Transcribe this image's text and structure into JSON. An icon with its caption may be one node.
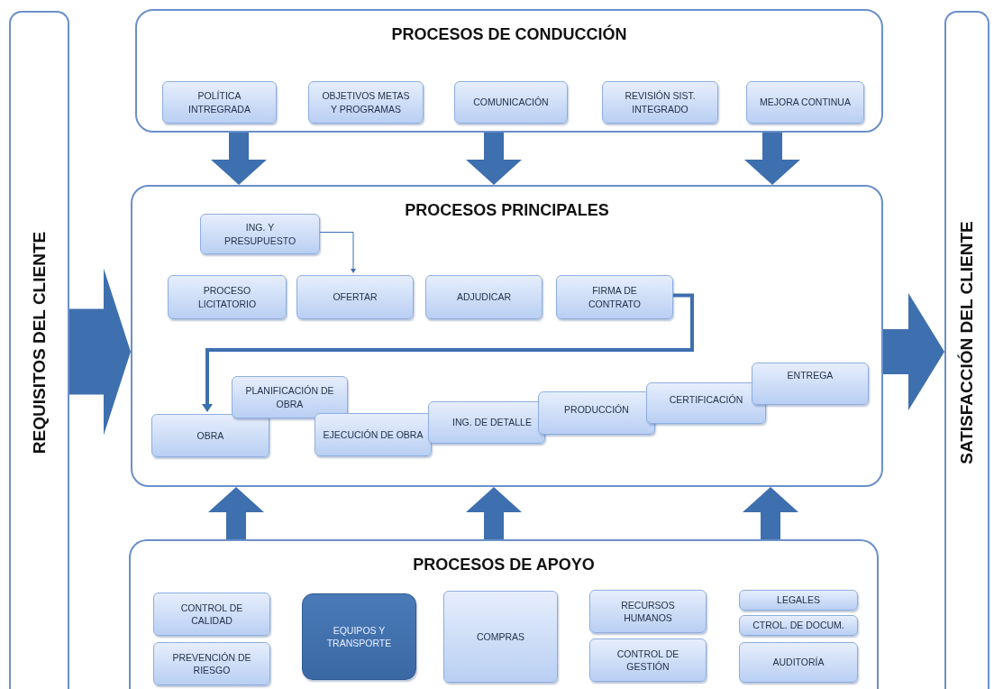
{
  "diagram": {
    "nodes": [
      {
        "text": [
          "REQUISITOS DEL CLIENTE"
        ]
      },
      {
        "text": [
          "PROCESOS DE CONDUCCIÓN"
        ]
      },
      {
        "text": [
          "POLÍTICA INTREGRADA"
        ],
        "in": 1
      },
      {
        "text": [
          "OBJETIVOS METAS Y PROGRAMAS"
        ],
        "in": 1
      },
      {
        "text": [
          "COMUNICACIÓN"
        ],
        "in": 1
      },
      {
        "text": [
          "REVISIÓN SIST. INTEGRADO"
        ],
        "in": 1
      },
      {
        "text": [
          "MEJORA CONTINUA"
        ],
        "in": 1
      },
      {
        "text": [
          "PROCESOS PRINCIPALES"
        ]
      },
      {
        "text": [
          "ING. Y PRESUPUESTO"
        ],
        "in": 7
      },
      {
        "text": [
          "PROCESO LICITATORIO"
        ],
        "in": 7
      },
      {
        "text": [
          "OFERTAR"
        ],
        "in": 7
      },
      {
        "text": [
          "ADJUDICAR"
        ],
        "in": 7
      },
      {
        "text": [
          "FIRMA DE CONTRATO"
        ],
        "in": 7
      },
      {
        "text": [
          "OBRA"
        ],
        "in": 7
      },
      {
        "text": [
          "PLANIFICACIÓN DE OBRA"
        ],
        "in": 7
      },
      {
        "text": [
          "EJECUCIÓN DE OBRA"
        ],
        "in": 7
      },
      {
        "text": [
          "ING. DE DETALLE"
        ],
        "in": 7
      },
      {
        "text": [
          "PRODUCCIÓN"
        ],
        "in": 7
      },
      {
        "text": [
          "CERTIFICACIÓN"
        ],
        "in": 7
      },
      {
        "text": [
          "ENTREGA"
        ],
        "in": 7
      },
      {
        "text": [
          "PROCESOS DE APOYO"
        ]
      },
      {
        "text": [
          "CONTROL DE CALIDAD"
        ],
        "in": 20
      },
      {
        "text": [
          "PREVENCIÓN DE RIESGO"
        ],
        "in": 20
      },
      {
        "text": [
          "EQUIPOS Y TRANSPORTE"
        ],
        "in": 20
      },
      {
        "text": [
          "COMPRAS"
        ],
        "in": 20
      },
      {
        "text": [
          "RECURSOS HUMANOS"
        ],
        "in": 20
      },
      {
        "text": [
          "CONTROL DE GESTIÓN"
        ],
        "in": 20
      },
      {
        "text": [
          "LEGALES"
        ],
        "in": 20
      },
      {
        "text": [
          "CTROL. DE DOCUM."
        ],
        "in": 20
      },
      {
        "text": [
          "AUDITORÍA"
        ],
        "in": 20
      },
      {
        "text": [
          "SATISFACCIÓN DEL CLIENTE"
        ]
      }
    ],
    "edges": [
      {
        "from": 1,
        "to": 7,
        "arrow": "to"
      },
      {
        "from": 1,
        "to": 7,
        "arrow": "to"
      },
      {
        "from": 1,
        "to": 7,
        "arrow": "to"
      },
      {
        "from": 0,
        "to": 7,
        "arrow": "to",
        "style": "thick"
      },
      {
        "from": 8,
        "to": 10,
        "arrow": "to"
      },
      {
        "from": 12,
        "to": 13,
        "arrow": "to"
      },
      {
        "from": 20,
        "to": 7,
        "arrow": "to"
      },
      {
        "from": 20,
        "to": 7,
        "arrow": "to"
      },
      {
        "from": 20,
        "to": 7,
        "arrow": "to"
      },
      {
        "from": 7,
        "to": 30,
        "arrow": "to",
        "style": "thick"
      }
    ]
  }
}
